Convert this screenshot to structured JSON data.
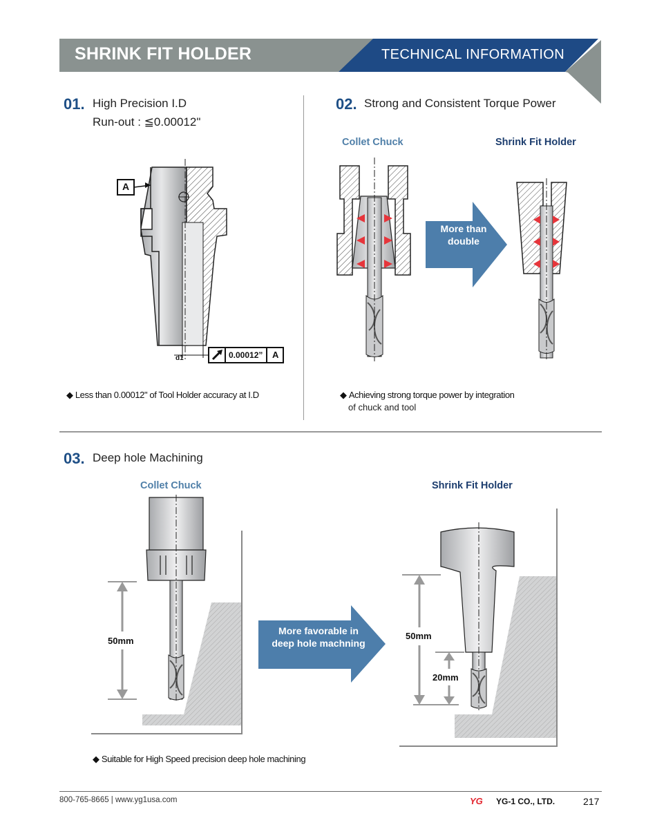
{
  "header": {
    "title": "SHRINK FIT HOLDER",
    "subtitle": "TECHNICAL INFORMATION",
    "colors": {
      "gray": "#8a9290",
      "navy": "#1e4a85"
    }
  },
  "sections": [
    {
      "number": "01.",
      "title_line1": "High Precision I.D",
      "title_line2": "Run-out : ≦0.00012\"",
      "datum_label": "A",
      "tolerance_value": "0.00012”",
      "tolerance_datum": "A",
      "diameter_label": "d1",
      "bullet": "Less than 0.00012\" of Tool Holder accuracy at I.D"
    },
    {
      "number": "02.",
      "title": "Strong and Consistent Torque Power",
      "left_label": "Collet Chuck",
      "right_label": "Shrink Fit Holder",
      "arrow_text_line1": "More than",
      "arrow_text_line2": "double",
      "bullet_line1": "Achieving strong torque power by integration",
      "bullet_line2": "of chuck and tool"
    },
    {
      "number": "03.",
      "title": "Deep hole Machining",
      "left_label": "Collet Chuck",
      "right_label": "Shrink Fit Holder",
      "arrow_text_line1": "More favorable in",
      "arrow_text_line2": "deep hole machning",
      "left_dim": "50mm",
      "right_dim_outer": "50mm",
      "right_dim_inner": "20mm",
      "bullet": "Suitable for High Speed precision deep hole machining"
    }
  ],
  "footer": {
    "contact": "800-765-8665 | www.yg1usa.com",
    "logo_text": "YG",
    "company": "YG-1 CO., LTD.",
    "page_number": "217"
  }
}
